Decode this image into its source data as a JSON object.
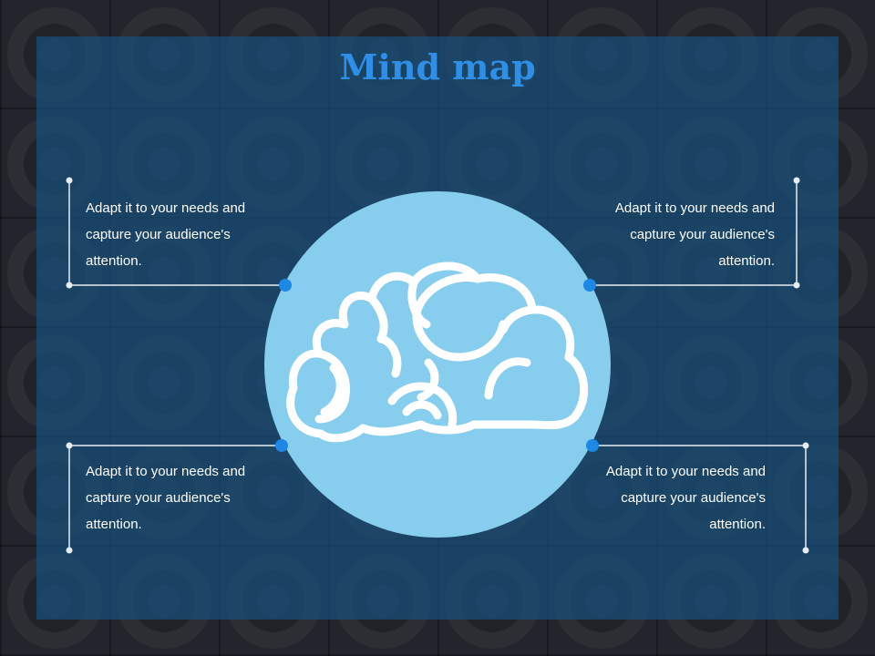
{
  "slide": {
    "title": "Mind map",
    "notes": [
      {
        "text": "Adapt it to your needs and capture your audience's attention."
      },
      {
        "text": "Adapt it to your needs and capture your audience's attention."
      },
      {
        "text": "Adapt it to your needs and capture your audience's attention."
      },
      {
        "text": "Adapt it to your needs and capture your audience's attention."
      }
    ]
  },
  "icons": {
    "center": "brain-icon"
  },
  "colors": {
    "title": "#2f8fe6",
    "panel": "#164e7a",
    "circle": "#87cdee",
    "connector_dot": "#1e88e5",
    "line": "#e6edf3"
  }
}
